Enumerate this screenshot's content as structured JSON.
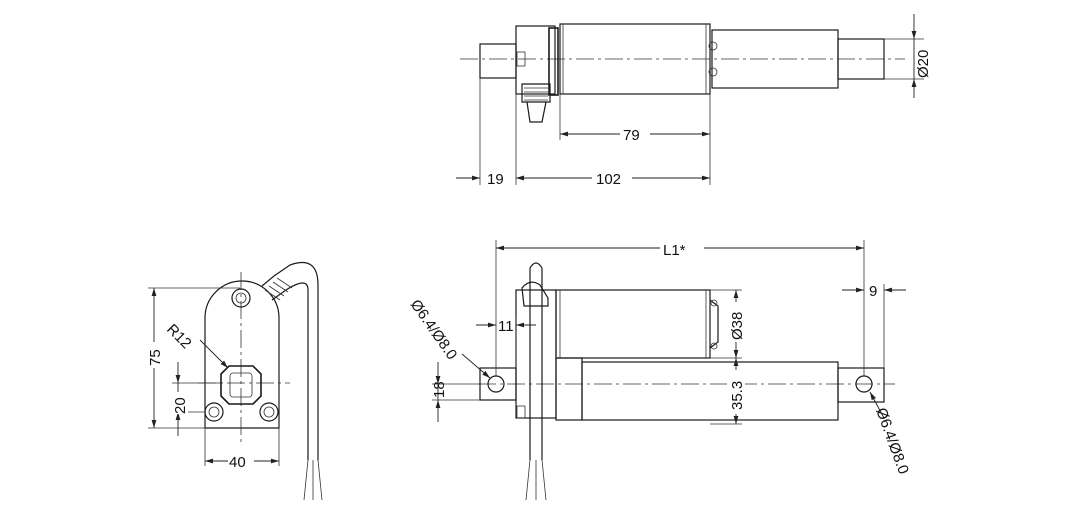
{
  "drawing": {
    "top_view": {
      "dim_body_length": "79",
      "dim_rear_length": "19",
      "dim_total_length": "102",
      "dim_rod_dia": "Ø20"
    },
    "front_view": {
      "dim_height": "75",
      "dim_hole_offset": "20",
      "dim_width": "40",
      "dim_radius": "R12"
    },
    "side_view": {
      "dim_overall_length": "L1*",
      "dim_end_offset": "9",
      "dim_rear_offset": "11",
      "dim_motor_dia": "Ø38",
      "dim_mount_height": "18",
      "dim_axis_offset": "35.3",
      "dim_rear_hole": "Ø6.4/Ø8.0",
      "dim_front_hole": "Ø6.4/Ø8.0"
    }
  }
}
